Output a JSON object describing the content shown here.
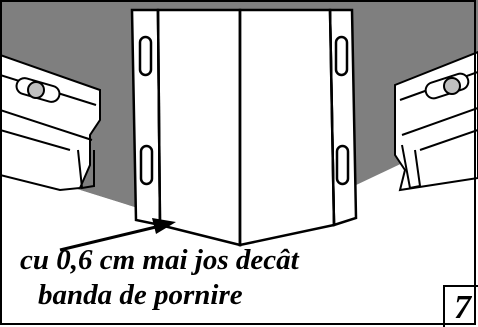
{
  "annotation": {
    "line1": "cu 0,6 cm mai jos decât",
    "line2": "banda de pornire"
  },
  "page_number": "7",
  "colors": {
    "wall": "#7f7f7f",
    "line": "#000000",
    "background": "#ffffff"
  },
  "icons": {
    "corner_post": "outside-corner-post",
    "starter_strip": "starter-strip-profile",
    "nail": "nail-in-slot",
    "arrow": "pointer-arrow"
  }
}
